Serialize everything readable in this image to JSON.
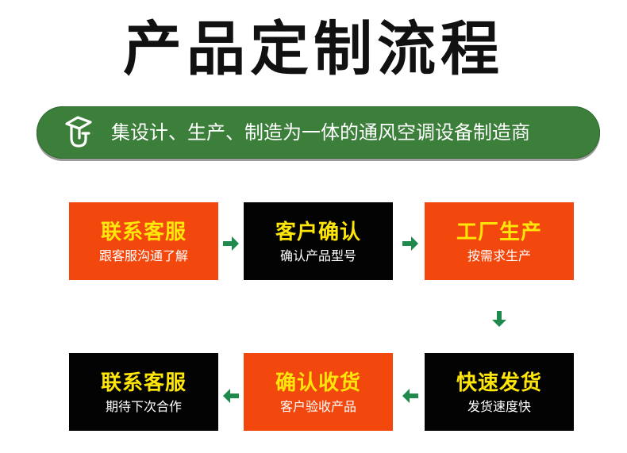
{
  "title": "产品定制流程",
  "banner": {
    "text": "集设计、生产、制造为一体的通风空调设备制造商",
    "icon": "hand-tool-icon"
  },
  "colors": {
    "orange": "#f2470d",
    "black": "#030303",
    "green": "#3b7f3a",
    "arrow": "#1f8a4c",
    "step_title": "#ffe60a"
  },
  "steps": [
    {
      "title": "联系客服",
      "subtitle": "跟客服沟通了解"
    },
    {
      "title": "客户确认",
      "subtitle": "确认产品型号"
    },
    {
      "title": "工厂生产",
      "subtitle": "按需求生产"
    },
    {
      "title": "快速发货",
      "subtitle": "发货速度快"
    },
    {
      "title": "确认收货",
      "subtitle": "客户验收产品"
    },
    {
      "title": "联系客服",
      "subtitle": "期待下次合作"
    }
  ]
}
